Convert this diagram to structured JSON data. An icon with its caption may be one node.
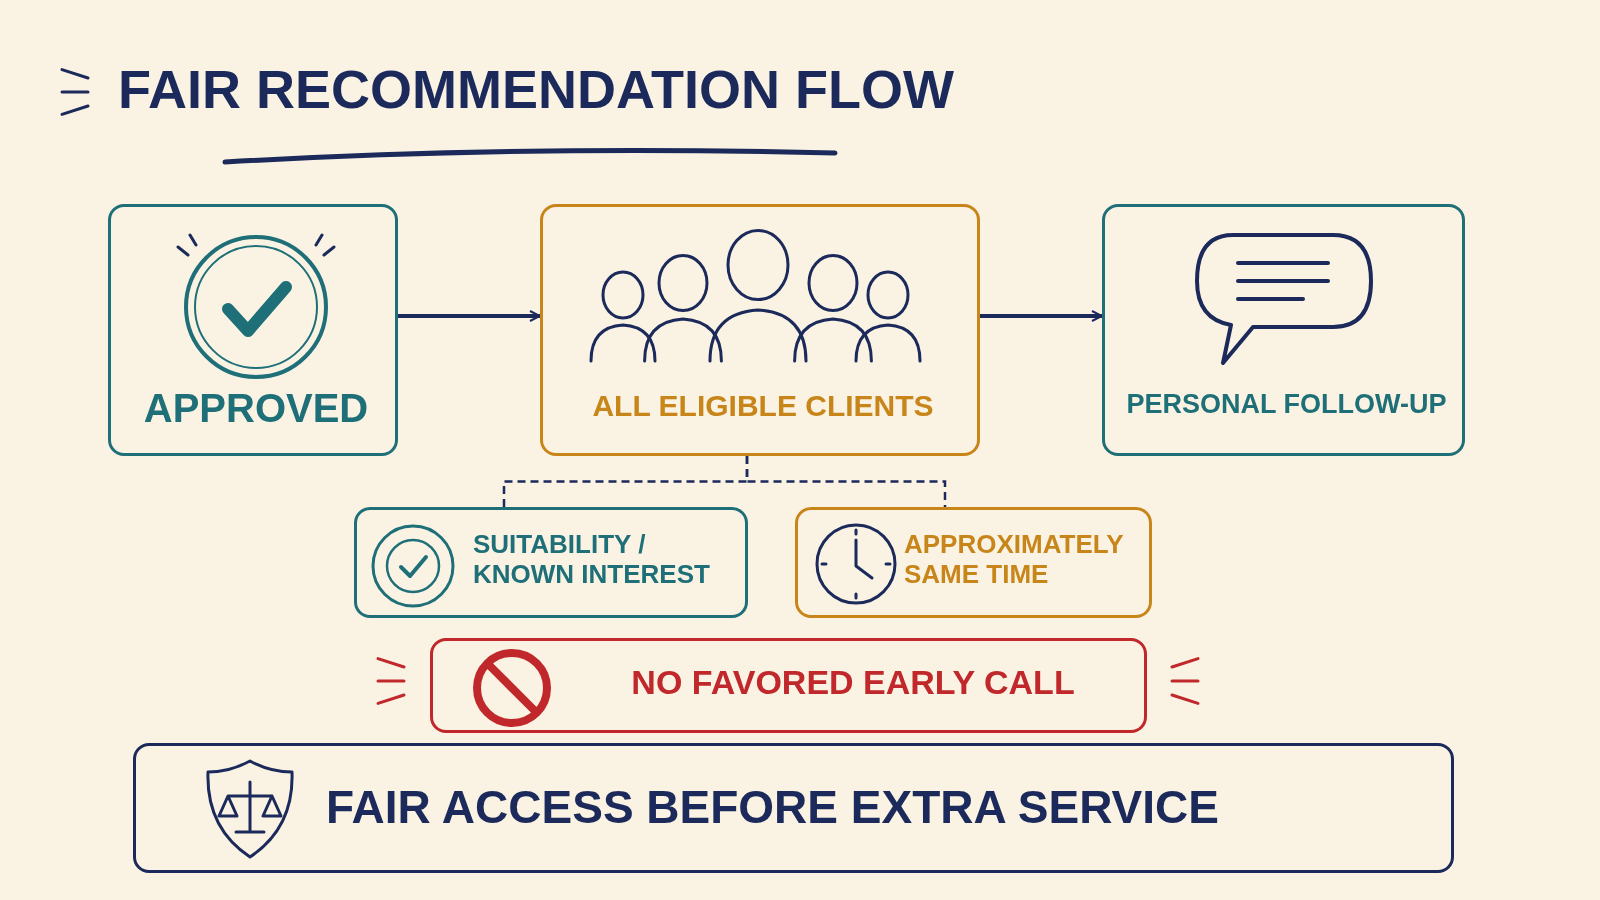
{
  "diagram": {
    "title": "FAIR RECOMMENDATION FLOW",
    "nodes": [
      {
        "text": [
          "APPROVED"
        ]
      },
      {
        "text": [
          "ALL ELIGIBLE CLIENTS"
        ]
      },
      {
        "text": [
          "PERSONAL FOLLOW-UP"
        ]
      },
      {
        "text": [
          "SUITABILITY / KNOWN INTEREST"
        ]
      },
      {
        "text": [
          "APPROXIMATELY SAME TIME"
        ]
      },
      {
        "text": [
          "NO FAVORED EARLY CALL"
        ]
      },
      {
        "text": [
          "FAIR ACCESS BEFORE EXTRA SERVICE"
        ]
      }
    ],
    "edges": [
      {
        "from": 0,
        "to": 1,
        "arrow": "to"
      },
      {
        "from": 1,
        "to": 2,
        "arrow": "to"
      },
      {
        "from": 1,
        "to": 3,
        "arrow": "none",
        "style": "dashed"
      },
      {
        "from": 1,
        "to": 4,
        "arrow": "none",
        "style": "dashed"
      }
    ]
  }
}
